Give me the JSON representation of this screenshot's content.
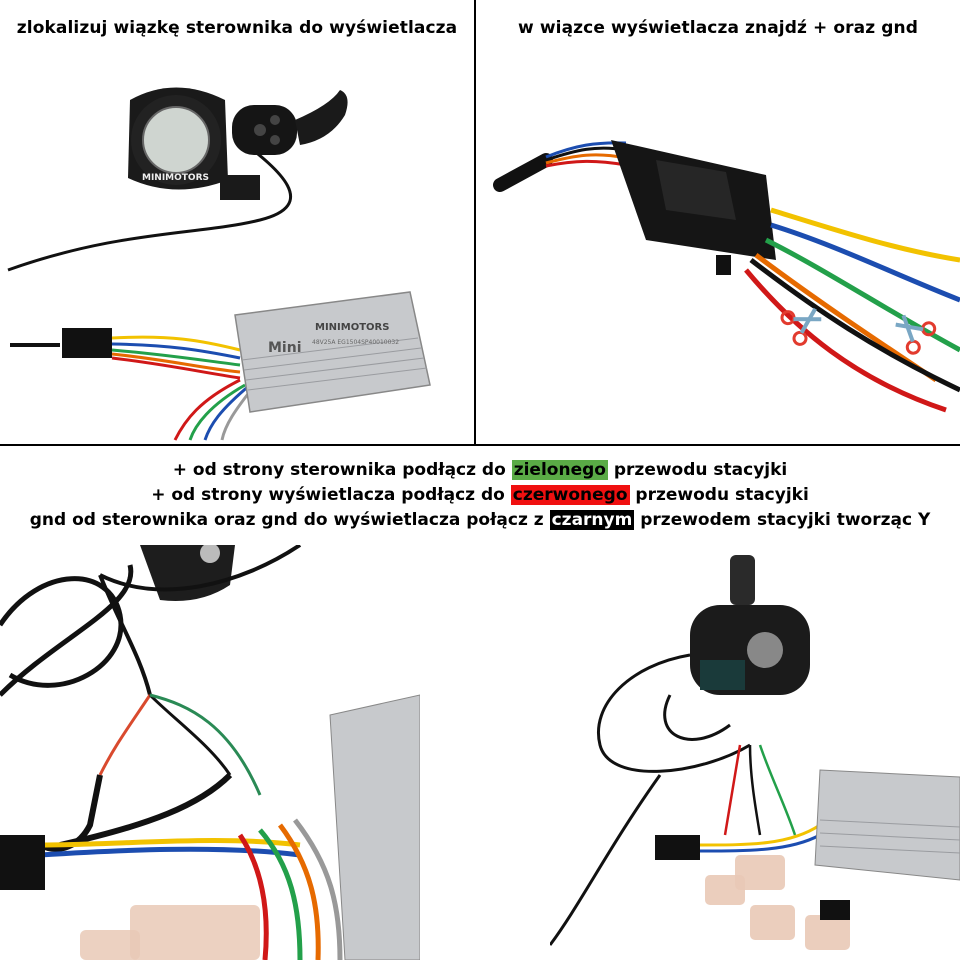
{
  "panels": {
    "top_left_title": "zlokalizuj wiązkę sterownika do wyświetlacza",
    "top_right_title": "w wiązce wyświetlacza znajdź + oraz gnd"
  },
  "labels": {
    "display_brand": "MINIMOTORS",
    "controller_brand": "MINIMOTORS",
    "controller_logo": "Mini",
    "controller_spec": "48V25A EG1504SP40010032"
  },
  "instructions": {
    "line1": {
      "before": "+ od strony sterownika podłącz do ",
      "highlight": "zielonego",
      "after": " przewodu stacyjki"
    },
    "line2": {
      "before": "+ od strony wyświetlacza podłącz do ",
      "highlight": "czerwonego",
      "after": " przewodu stacyjki"
    },
    "line3": {
      "before": "gnd od sterownika oraz gnd do wyświetlacza połącz z ",
      "highlight": "czarnym",
      "after": " przewodem stacyjki tworząc Y"
    }
  },
  "colors": {
    "green_highlight": "#5aab46",
    "red_highlight": "#f01010",
    "black_highlight": "#000000"
  },
  "icons": [
    "scissors-icon",
    "scissors-icon"
  ]
}
